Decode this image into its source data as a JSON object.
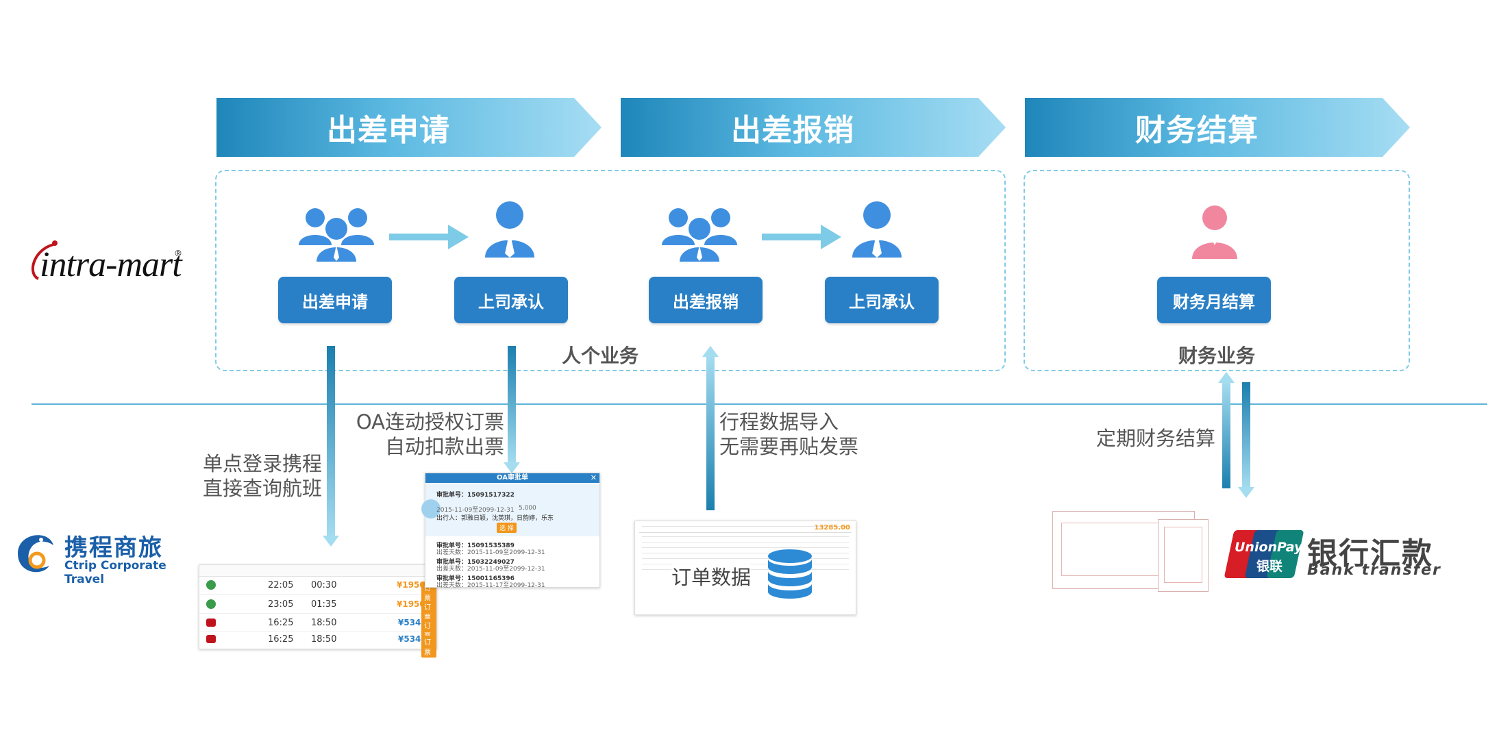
{
  "stages": [
    "出差申请",
    "出差报销",
    "财务结算"
  ],
  "nodes": {
    "apply": "出差申请",
    "approve1": "上司承认",
    "reimburse": "出差报销",
    "approve2": "上司承认",
    "settle": "财务月结算"
  },
  "groups": {
    "personal": "人个业务",
    "finance": "财务业务"
  },
  "captions": {
    "sso_line1": "单点登录携程",
    "sso_line2": "直接查询航班",
    "oa_line1": "OA连动授权订票",
    "oa_line2": "自动扣款出票",
    "itinerary_line1": "行程数据导入",
    "itinerary_line2": "无需要再贴发票",
    "order_data": "订单数据",
    "periodic": "定期财务结算"
  },
  "logos": {
    "intramart": "intra-mart",
    "intramart_mark": "®",
    "ctrip_cn": "携程商旅",
    "ctrip_en": "Ctrip Corporate Travel",
    "unionpay_en": "UnionPay",
    "unionpay_cn": "银联",
    "bank_cn": "银行汇款",
    "bank_en": "Bank transfer"
  },
  "oa_window": {
    "title": "OA审批单",
    "no1": "审批单号：15091517322",
    "date1": "2015-11-09至2099-12-31",
    "amount1": "5,000",
    "people1": "出行人：郭雅日颖，沈英琪，日韵婷，乐东",
    "select": "选 择",
    "no2": "审批单号：15091535389",
    "date2": "出差天数：2015-11-09至2099-12-31",
    "no3": "审批单号：15032249027",
    "date3": "出差天数：2015-11-09至2099-12-31",
    "no4": "审批单号：15001165396",
    "date4": "出差天数：2015-11-17至2099-12-31"
  },
  "flights": [
    {
      "dep": "22:05",
      "arr": "00:30",
      "price": "¥1950",
      "btn": "订票"
    },
    {
      "dep": "23:05",
      "arr": "01:35",
      "price": "¥1950",
      "btn": "订票"
    },
    {
      "dep": "16:25",
      "arr": "18:50",
      "price": "¥5340",
      "btn": "订票"
    },
    {
      "dep": "16:25",
      "arr": "18:50",
      "price": "¥5340",
      "btn": "订票"
    }
  ],
  "order": {
    "total": "13285.00"
  },
  "colors": {
    "button": "#2a80c6",
    "person_blue": "#3f8fe0",
    "person_pink": "#f0879f",
    "arrow": "#7dcbe6",
    "line": "#5cb4d8"
  }
}
